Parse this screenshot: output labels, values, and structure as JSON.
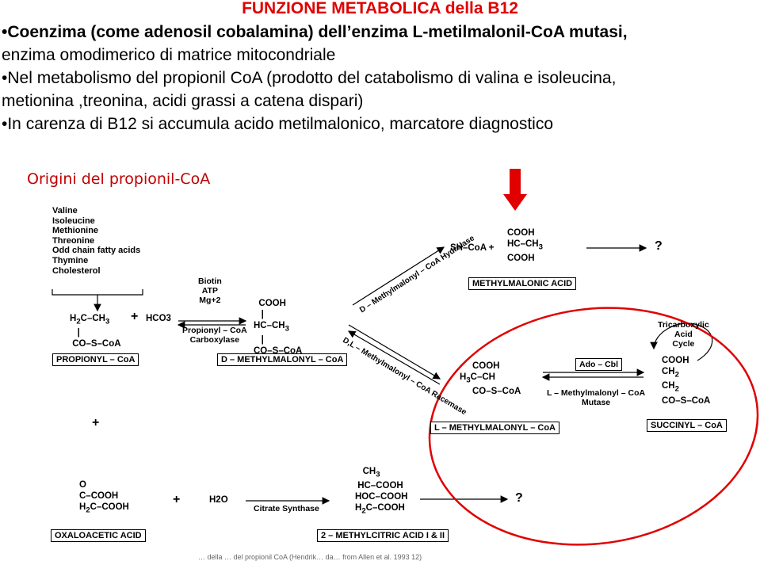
{
  "title": "FUNZIONE METABOLICA della B12",
  "bullets": [
    {
      "bold": "•Coenzima (come adenosil cobalamina) dell’enzima  L-metilmalonil-CoA mutasi,",
      "text": ""
    },
    {
      "bold": "",
      "text": "enzima omodimerico di matrice mitocondriale"
    },
    {
      "bold": "",
      "text": "•Nel metabolismo del propionil CoA  (prodotto del catabolismo di valina e isoleucina,"
    },
    {
      "bold": "",
      "text": "metionina ,treonina, acidi grassi a catena dispari)"
    },
    {
      "bold": "",
      "text": "•In carenza di B12 si accumula  acido metilmalonico,  marcatore diagnostico"
    }
  ],
  "subtitle": "Origini del propionil-CoA",
  "sources": [
    "Valine",
    "Isoleucine",
    "Methionine",
    "Threonine",
    "Odd chain fatty acids",
    "Thymine",
    "Cholesterol"
  ],
  "compounds": {
    "propionyl": "PROPIONYL – CoA",
    "d_methylmalonyl": "D – METHYLMALONYL – CoA",
    "methylmalonic_acid": "METHYLMALONIC ACID",
    "l_methylmalonyl": "L – METHYLMALONYL – CoA",
    "succinyl": "SUCCINYL – CoA",
    "oxaloacetic": "OXALOACETIC ACID",
    "methylcitric": "2 – METHYLCITRIC ACID I & II"
  },
  "enzymes": {
    "carboxylase_cofactors": [
      "Biotin",
      "ATP",
      "Mg+2"
    ],
    "carboxylase": [
      "Propionyl – CoA",
      "Carboxylase"
    ],
    "hydrolase": "D – Methylmalonyl – CoA Hydrolase",
    "racemase": "D,L – Methylmalonyl – CoA Racemase",
    "mutase_cofactor": "Ado – Cbl",
    "mutase": [
      "L – Methylmalonyl – CoA",
      "Mutase"
    ],
    "tca": [
      "Tricarboxylic",
      "Acid",
      "Cycle"
    ],
    "synthase": "Citrate  Synthase"
  },
  "misc": {
    "hco3": "HCO3",
    "plus": "+",
    "h2o": "H2O",
    "shcoa": "SH–CoA  +",
    "question": "?",
    "footnote": "…  della  … del  propionil  CoA  (Hendrik…  da…  from  Allen et al.  1993 12)"
  },
  "colors": {
    "title": "#e00000",
    "subtitle": "#c00000",
    "ellipse": "#e00000",
    "arrow": "#e00000"
  }
}
